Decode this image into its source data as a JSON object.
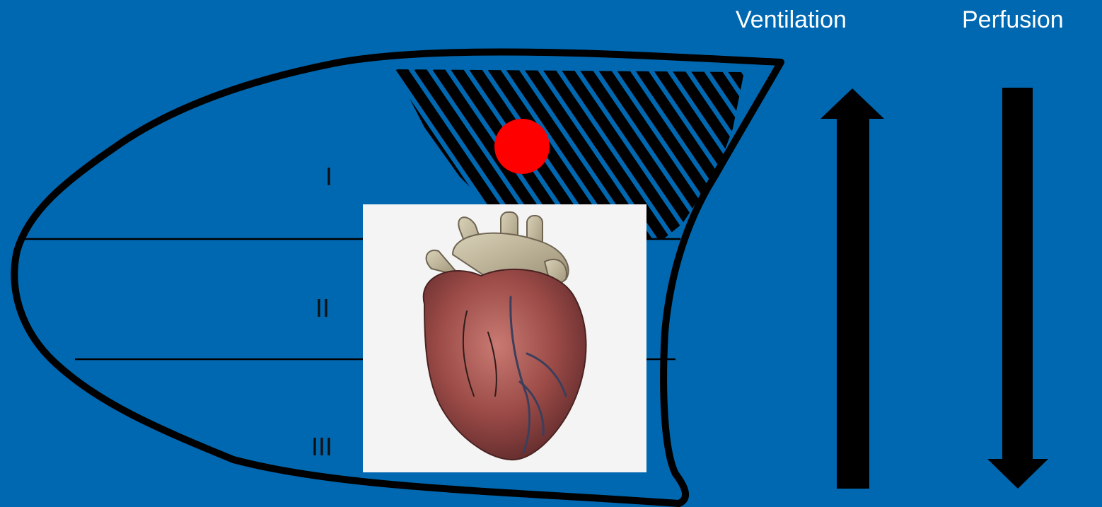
{
  "labels": {
    "ventilation": "Ventilation",
    "perfusion": "Perfusion"
  },
  "zones": {
    "zone_1": "I",
    "zone_2": "II",
    "zone_3": "III"
  },
  "arrows": {
    "ventilation_direction": "up",
    "perfusion_direction": "down"
  },
  "colors": {
    "background": "#0068b1",
    "outline": "#000000",
    "marker": "#ff0000",
    "heart_panel": "#f4f4f4"
  },
  "icons": {
    "marker": "red-dot",
    "heart": "anatomical-heart"
  }
}
